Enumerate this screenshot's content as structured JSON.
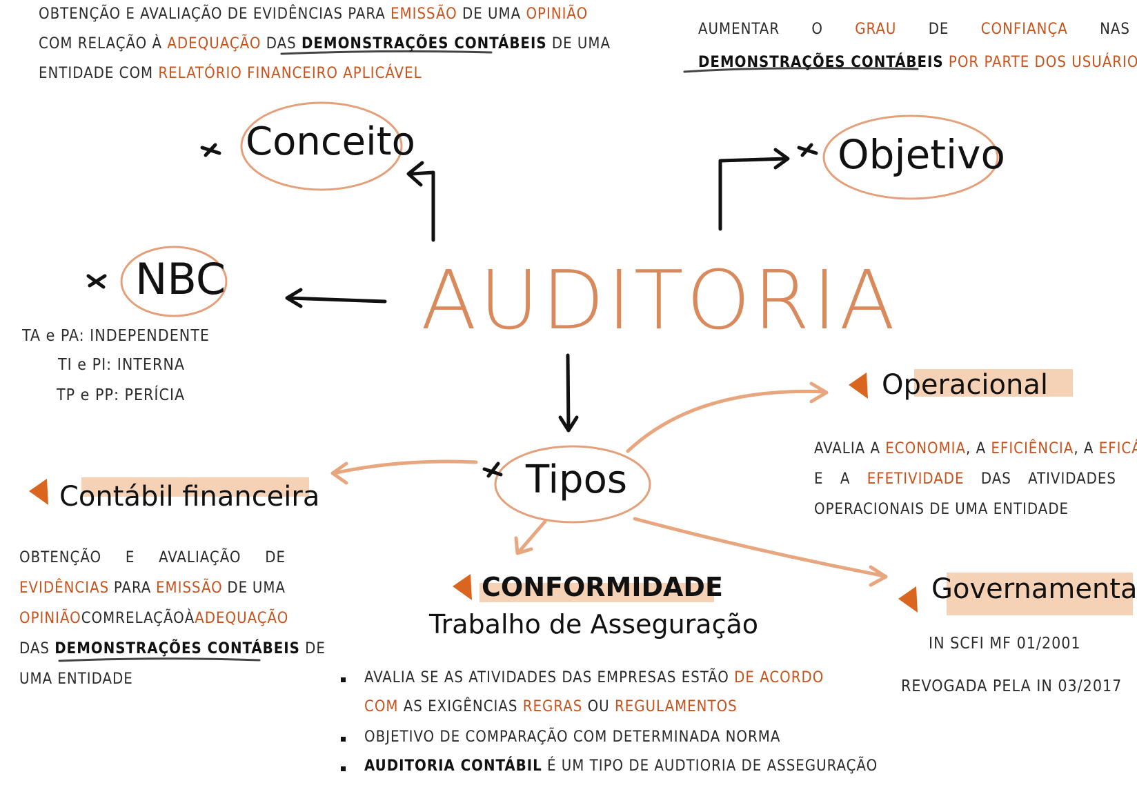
{
  "title": "AUDITORIA",
  "concept": {
    "label": "Conceito",
    "text": {
      "l1a": "OBTENÇÃO E AVALIAÇÃO DE EVIDÊNCIAS PARA ",
      "l1b": "EMISSÃO",
      "l1c": " DE UMA ",
      "l1d": "OPINIÃO",
      "l2a": "COM RELAÇÃO À ",
      "l2b": "ADEQUAÇÃO",
      "l2c": " DAS ",
      "l2d": "DEMONSTRAÇÕES CONTÁBEIS",
      "l2e": " DE UMA",
      "l3a": "ENTIDADE COM ",
      "l3b": "RELATÓRIO FINANCEIRO APLICÁVEL"
    }
  },
  "objective": {
    "label": "Objetivo",
    "text": {
      "w1": "AUMENTAR",
      "w2": "O",
      "w3": "GRAU",
      "w4": "DE",
      "w5": "CONFIANÇA",
      "w6": "NAS",
      "l2a": "DEMONSTRAÇÕES CONTÁBEIS",
      "l2b": " POR PARTE DOS USUÁRIOS"
    }
  },
  "nbc": {
    "label": "NBC",
    "lines": [
      "TA e PA: INDEPENDENTE",
      "TI e PI: INTERNA",
      "TP e PP: PERÍCIA"
    ]
  },
  "tipos": {
    "label": "Tipos"
  },
  "operacional": {
    "label": "Operacional",
    "l1": [
      "AVALIA A ",
      "ECONOMIA",
      ", A ",
      "EFICIÊNCIA",
      ", A ",
      "EFICÁCIA"
    ],
    "l2": [
      "E",
      "A",
      "EFETIVIDADE",
      "DAS",
      "ATIVIDADES"
    ],
    "l3": "OPERACIONAIS DE UMA ENTIDADE"
  },
  "contabil": {
    "label": "Contábil financeira",
    "l1": [
      "OBTENÇÃO",
      "E",
      "AVALIAÇÃO",
      "DE"
    ],
    "l2": [
      "EVIDÊNCIAS",
      "PARA",
      "EMISSÃO",
      "DE",
      "UMA"
    ],
    "l3": [
      "OPINIÃO",
      "COM",
      "RELAÇÃO",
      "À",
      "ADEQUAÇÃO"
    ],
    "l4a": "DAS ",
    "l4b": "DEMONSTRAÇÕES CONTÁBEIS",
    "l4c": " DE",
    "l5": "UMA ENTIDADE"
  },
  "conformidade": {
    "label": "CONFORMIDADE",
    "sublabel": "Trabalho de Asseguração",
    "b1a": "AVALIA SE AS ATIVIDADES DAS EMPRESAS ESTÃO ",
    "b1b": "DE ACORDO",
    "b1c": "COM",
    "b1d": " AS EXIGÊNCIAS ",
    "b1e": "REGRAS",
    "b1f": " OU ",
    "b1g": "REGULAMENTOS",
    "b2": "OBJETIVO DE COMPARAÇÃO COM DETERMINADA NORMA",
    "b3a": "AUDITORIA CONTÁBIL",
    "b3b": " É UM TIPO DE AUDTIORIA DE ASSEGURAÇÃO"
  },
  "governamental": {
    "label": "Governamental",
    "l1": "IN SCFI MF 01/2001",
    "l2": "REVOGADA PELA IN 03/2017"
  },
  "colors": {
    "accent": "#c8521b",
    "title": "#d88a5c",
    "highlight": "#f0c4a4",
    "ink": "#111111"
  }
}
